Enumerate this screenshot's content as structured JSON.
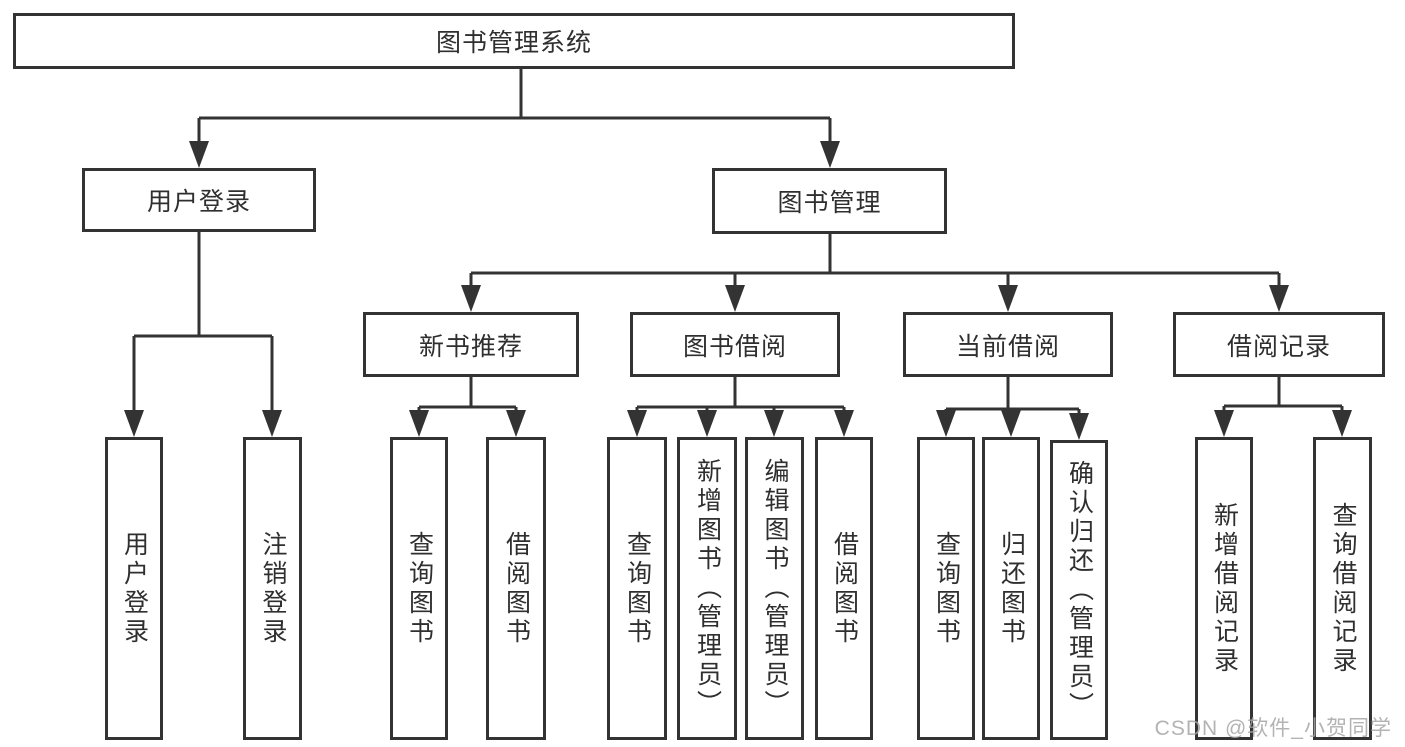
{
  "style": {
    "background": "#ffffff",
    "border_color": "#333333",
    "line_color": "#333333",
    "text_color": "#2f2f2f",
    "watermark_color": "#a6a6a6"
  },
  "watermark": {
    "text": "CSDN @软件_小贺同学"
  },
  "tree": {
    "label": "图书管理系统",
    "children": [
      {
        "label": "用户登录",
        "children": [
          {
            "label": "用户登录"
          },
          {
            "label": "注销登录"
          }
        ]
      },
      {
        "label": "图书管理",
        "children": [
          {
            "label": "新书推荐",
            "children": [
              {
                "label": "查询图书"
              },
              {
                "label": "借阅图书"
              }
            ]
          },
          {
            "label": "图书借阅",
            "children": [
              {
                "label": "查询图书"
              },
              {
                "label": "新增图书（管理员）"
              },
              {
                "label": "编辑图书（管理员）"
              },
              {
                "label": "借阅图书"
              }
            ]
          },
          {
            "label": "当前借阅",
            "children": [
              {
                "label": "查询图书"
              },
              {
                "label": "归还图书"
              },
              {
                "label": "确认归还（管理员）"
              }
            ]
          },
          {
            "label": "借阅记录",
            "children": [
              {
                "label": "新增借阅记录"
              },
              {
                "label": "查询借阅记录"
              }
            ]
          }
        ]
      }
    ]
  }
}
